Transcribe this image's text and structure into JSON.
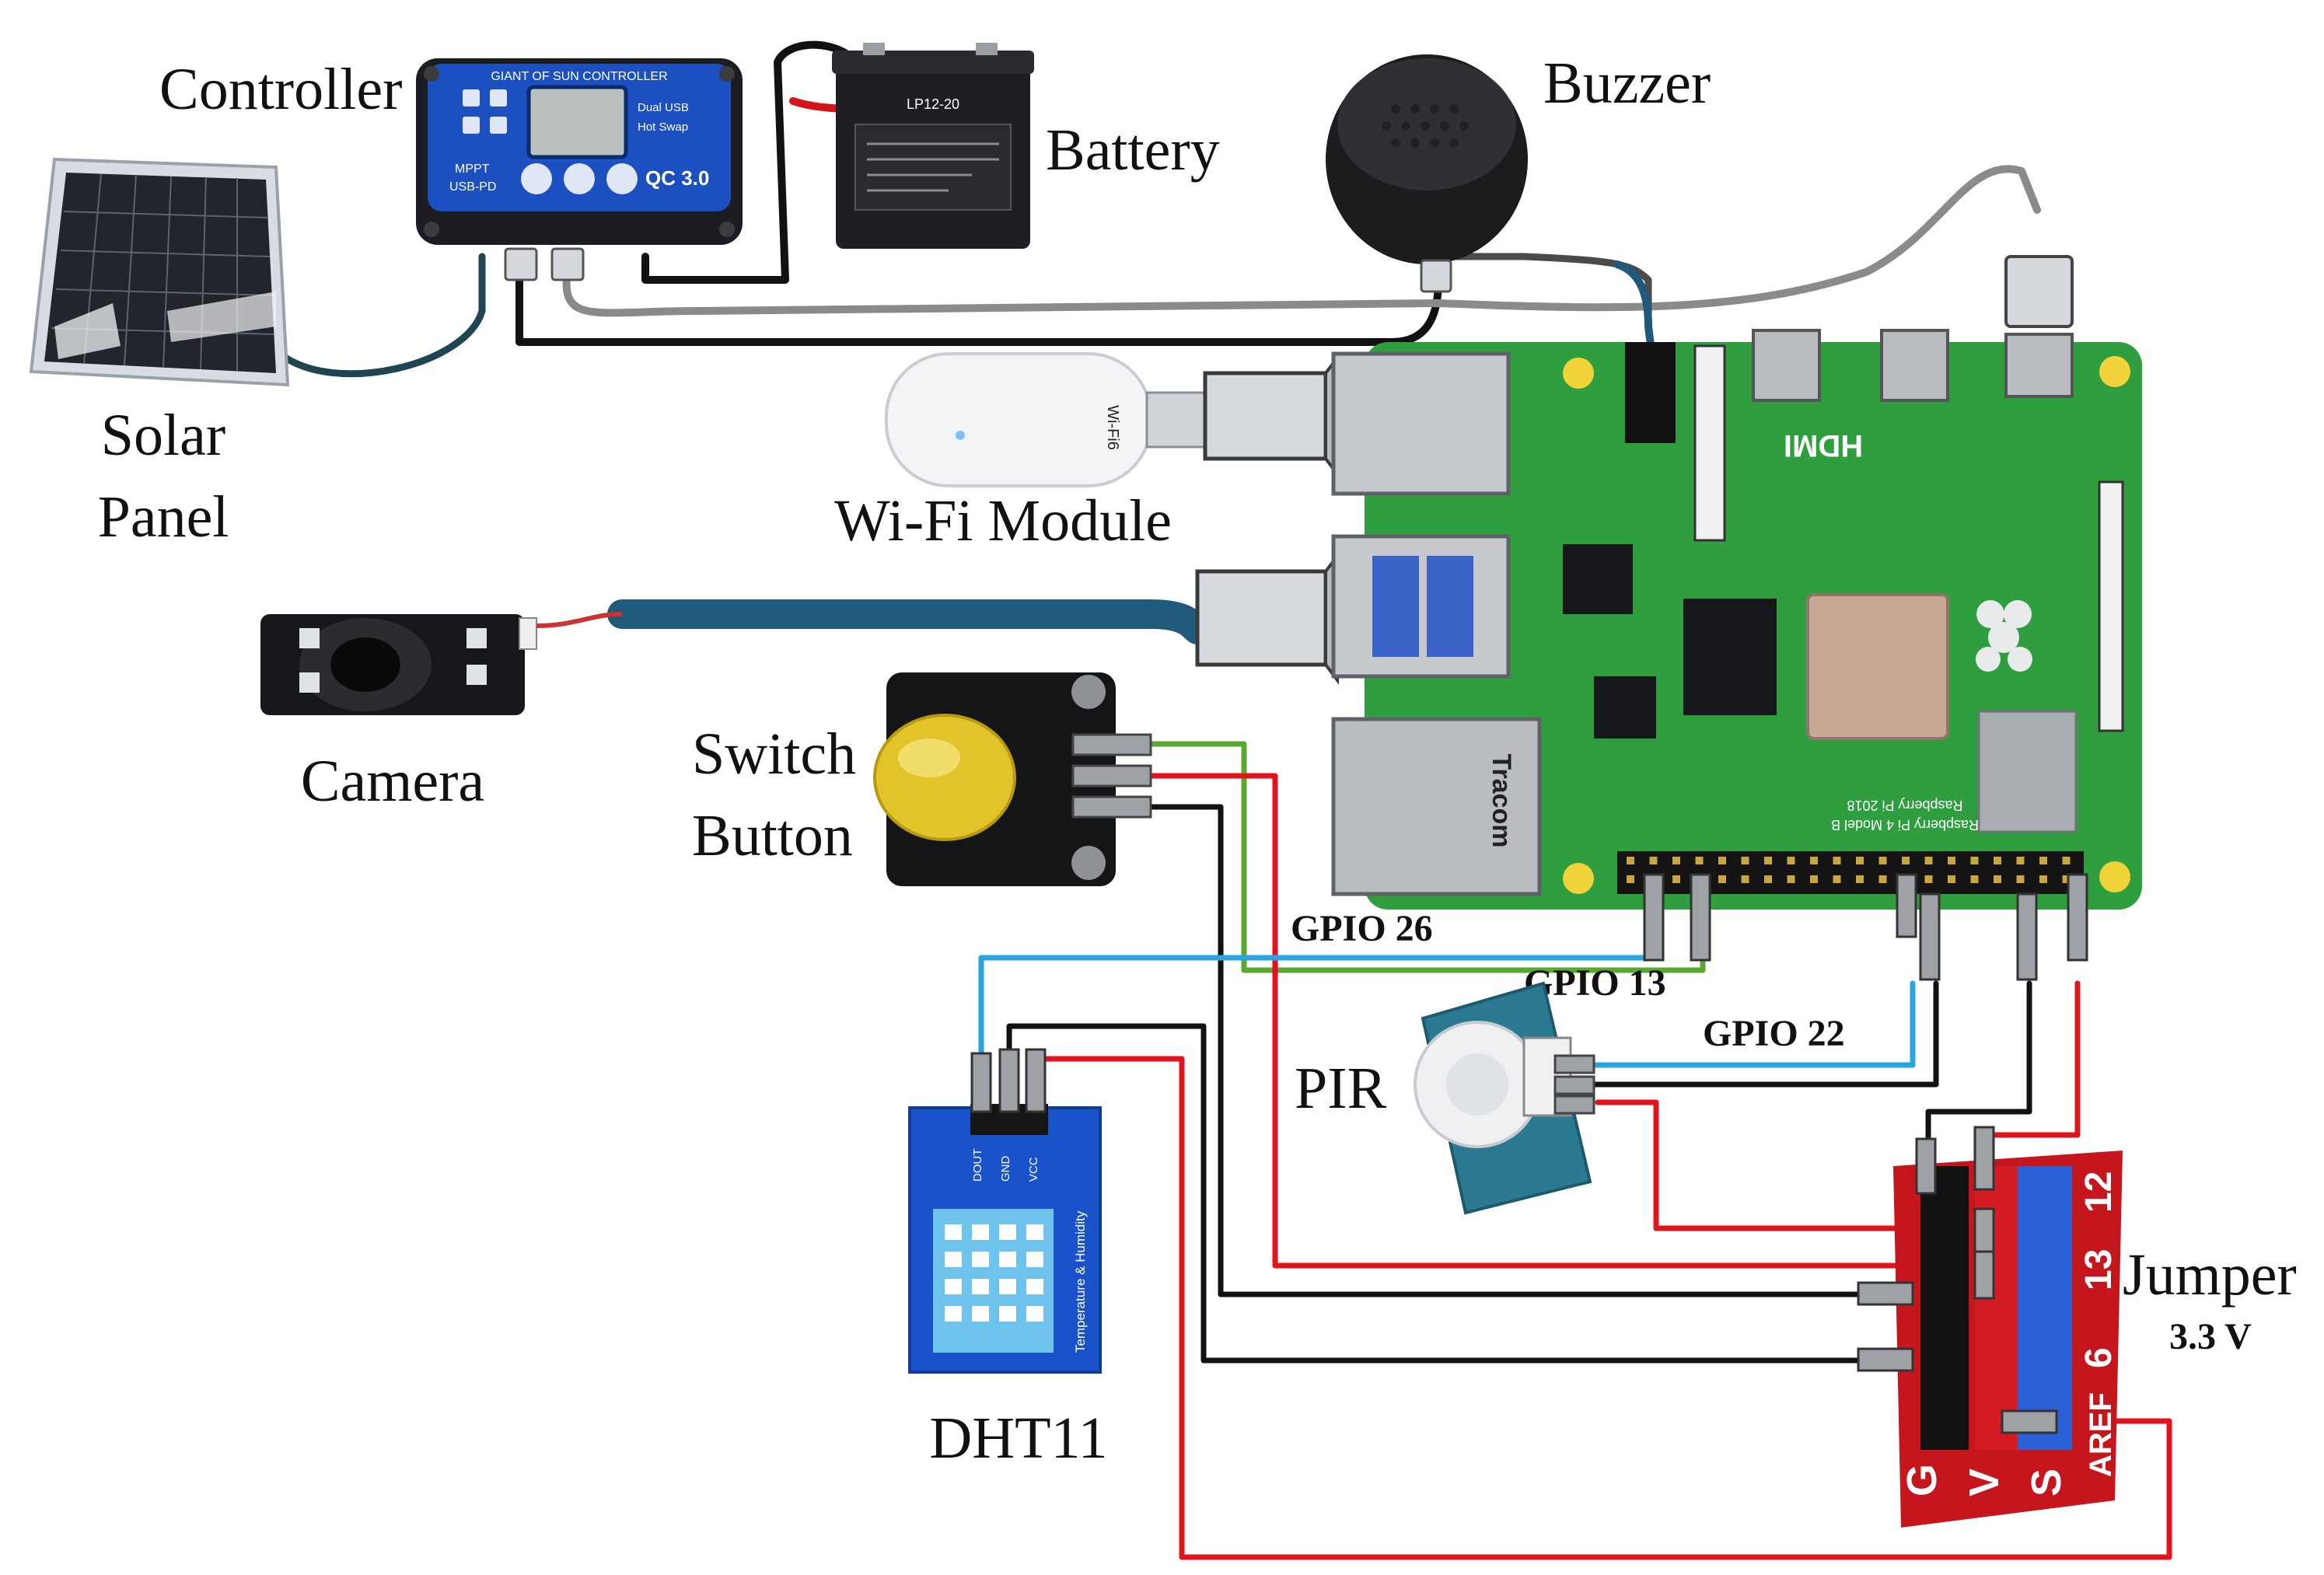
{
  "labels": {
    "controller": "Controller",
    "battery": "Battery",
    "buzzer": "Buzzer",
    "solar_panel_line1": "Solar",
    "solar_panel_line2": "Panel",
    "wifi_module": "Wi-Fi Module",
    "camera": "Camera",
    "switch_button_line1": "Switch",
    "switch_button_line2": "Button",
    "pir": "PIR",
    "dht11": "DHT11",
    "jumper": "Jumper",
    "jumper_voltage": "3.3 V"
  },
  "gpio_labels": {
    "gpio26": "GPIO 26",
    "gpio13": "GPIO 13",
    "gpio22": "GPIO 22"
  },
  "device_text": {
    "controller_brand": "GIANT OF SUN CONTROLLER",
    "controller_mppt": "MPPT",
    "controller_usb_pd": "USB-PD",
    "controller_qc": "QC 3.0",
    "controller_dual_usb": "Dual USB",
    "controller_hot_swap": "Hot Swap",
    "battery_model": "LP12-20",
    "wifi_marking": "Wi-Fi6",
    "pi_hdmi": "HDMI",
    "pi_model": "Raspberry Pi 4 Model B",
    "pi_year": "Raspberry Pi 2018",
    "ethernet_brand": "Tracom",
    "dht_pins": [
      "DOUT",
      "GND",
      "VCC"
    ],
    "dht_side": "Temperature & Humidity",
    "jumper_letters": [
      "G",
      "V",
      "S"
    ],
    "jumper_numbers": [
      "12",
      "13",
      "6"
    ],
    "jumper_aref": "AREF"
  },
  "wire_colors": {
    "signal_blue": "#29a6e0",
    "signal_green": "#5aa832",
    "power_red": "#e0141e",
    "ground_black": "#111111",
    "usb_gray": "#8a8a8a",
    "camera_cable": "#1f5a7a",
    "pcb_green": "#2f9e3f",
    "jumper_red": "#c4161c",
    "jumper_blue": "#2b5fd6"
  }
}
